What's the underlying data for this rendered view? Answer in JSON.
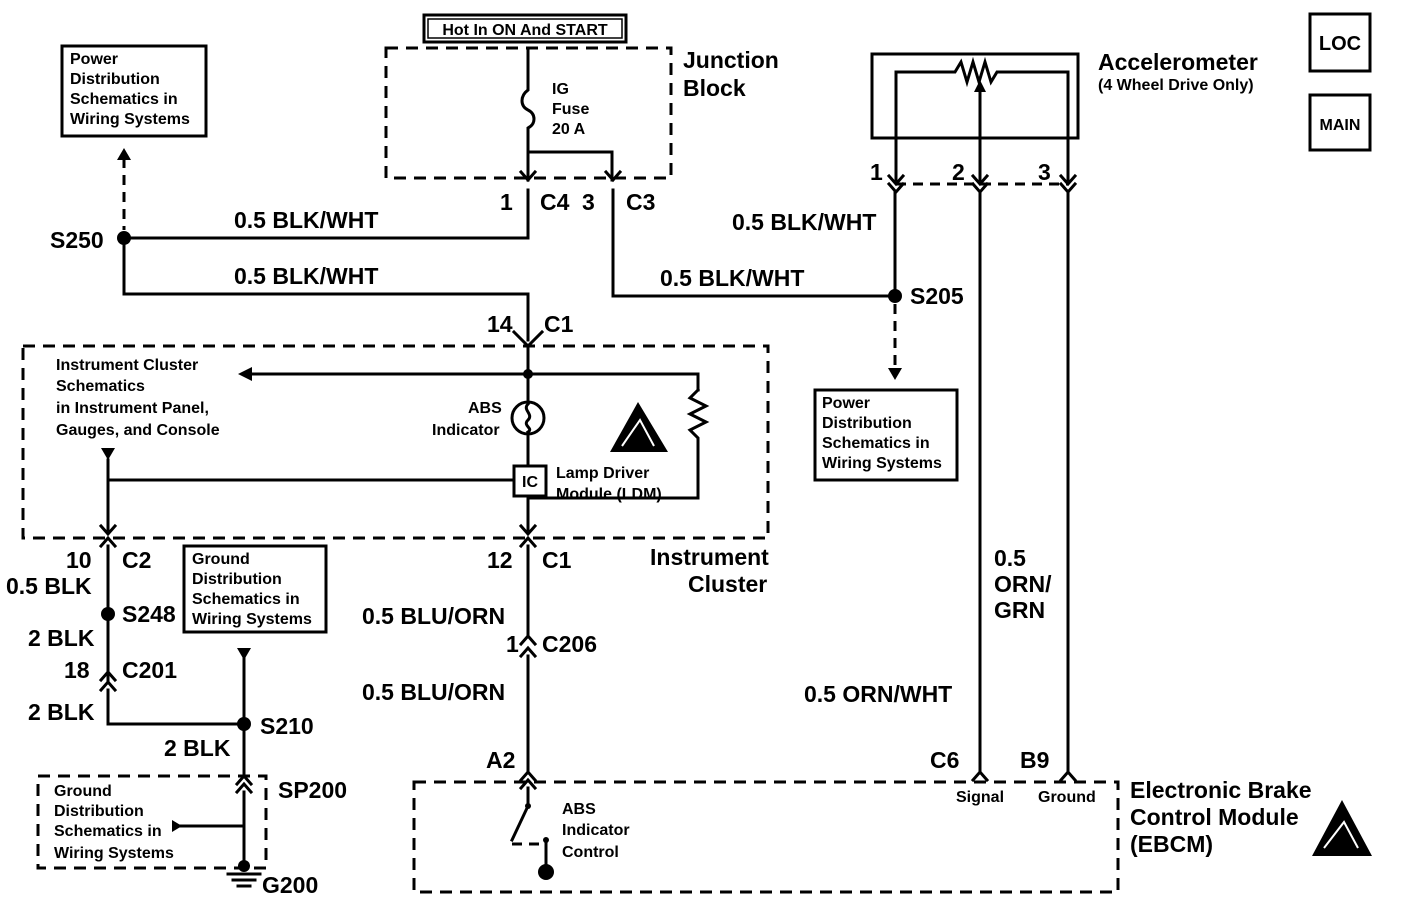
{
  "header": {
    "hot_label": "Hot In ON And START",
    "nav_loc": "LOC",
    "nav_main": "MAIN"
  },
  "junction_block": {
    "name_line1": "Junction",
    "name_line2": "Block",
    "fuse_line1": "IG",
    "fuse_line2": "Fuse",
    "fuse_line3": "20 A",
    "pin_c4": "1",
    "conn_c4": "C4",
    "pin_c3": "3",
    "conn_c3": "C3"
  },
  "power_ref_left": [
    "Power",
    "Distribution",
    "Schematics in",
    "Wiring Systems"
  ],
  "power_ref_right": [
    "Power",
    "Distribution",
    "Schematics in",
    "Wiring Systems"
  ],
  "ground_ref_mid": [
    "Ground",
    "Distribution",
    "Schematics in",
    "Wiring Systems"
  ],
  "ground_ref_bottom": [
    "Ground",
    "Distribution",
    "Schematics in",
    "Wiring Systems"
  ],
  "splices": {
    "s250": "S250",
    "s205": "S205",
    "s248": "S248",
    "s210": "S210",
    "sp200": "SP200",
    "g200": "G200"
  },
  "wires": {
    "w1": "0.5 BLK/WHT",
    "w2": "0.5 BLK/WHT",
    "w3": "0.5 BLK/WHT",
    "w4": "0.5 BLK/WHT",
    "blk_05": "0.5 BLK",
    "blk_2a": "2 BLK",
    "blk_2b": "2 BLK",
    "blk_2c": "2 BLK",
    "blu_orn_1": "0.5 BLU/ORN",
    "blu_orn_2": "0.5 BLU/ORN",
    "orn_grn_1": "0.5",
    "orn_grn_2": "ORN/",
    "orn_grn_3": "GRN",
    "orn_wht": "0.5 ORN/WHT"
  },
  "accelerometer": {
    "name": "Accelerometer",
    "note": "(4 Wheel Drive Only)",
    "pin1": "1",
    "pin2": "2",
    "pin3": "3"
  },
  "instrument_cluster": {
    "ref_line1": "Instrument Cluster",
    "ref_line2": "Schematics",
    "ref_line3": "in Instrument Panel,",
    "ref_line4": "Gauges, and Console",
    "abs_line1": "ABS",
    "abs_line2": "Indicator",
    "ic_label": "IC",
    "ldm_line1": "Lamp Driver",
    "ldm_line2": "Module (LDM)",
    "name_line1": "Instrument",
    "name_line2": "Cluster",
    "pin14": "14",
    "conn_c1_top": "C1",
    "pin10": "10",
    "conn_c2": "C2",
    "pin12": "12",
    "conn_c1_bot": "C1"
  },
  "connectors": {
    "pin18": "18",
    "c201": "C201",
    "pin1_c206": "1",
    "c206": "C206",
    "a2": "A2",
    "c6": "C6",
    "b9": "B9"
  },
  "ebcm": {
    "name_line1": "Electronic Brake",
    "name_line2": "Control Module",
    "name_line3": "(EBCM)",
    "ctrl_line1": "ABS",
    "ctrl_line2": "Indicator",
    "ctrl_line3": "Control",
    "signal": "Signal",
    "ground": "Ground"
  }
}
